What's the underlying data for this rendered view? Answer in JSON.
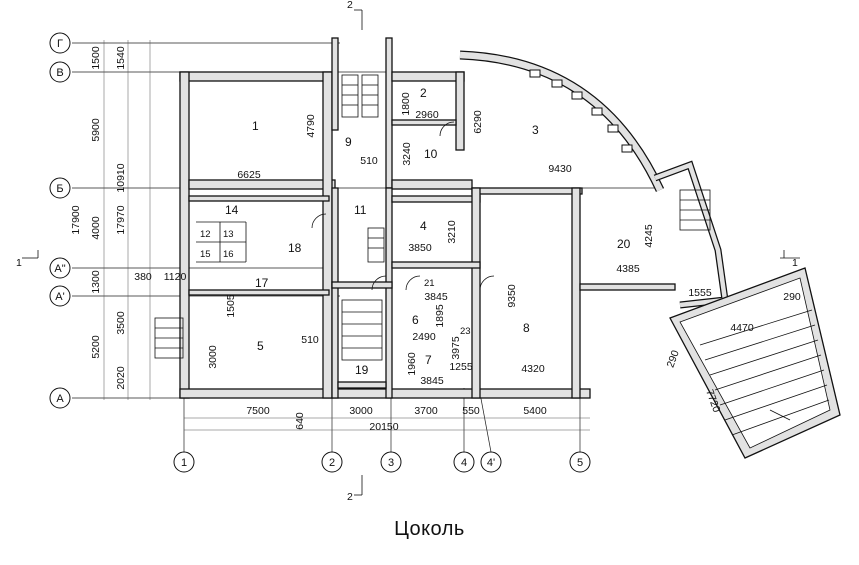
{
  "caption": "Цоколь",
  "axes": {
    "rows": [
      "Г",
      "В",
      "Б",
      "А\"",
      "А'",
      "А"
    ],
    "cols": [
      "1",
      "2",
      "3",
      "4",
      "4'",
      "5"
    ],
    "section": [
      "1",
      "1",
      "2",
      "2"
    ]
  },
  "rooms": [
    "1",
    "2",
    "3",
    "4",
    "5",
    "6",
    "7",
    "8",
    "9",
    "10",
    "11",
    "12",
    "13",
    "14",
    "15",
    "16",
    "17",
    "18",
    "19",
    "20",
    "21",
    "23"
  ],
  "dims_left": [
    "1500",
    "1540",
    "5900",
    "4790",
    "10910",
    "17900",
    "4000",
    "17970",
    "1300",
    "380",
    "1120",
    "3500",
    "5200",
    "2020",
    "1505"
  ],
  "dims_inner": [
    "6625",
    "1800",
    "2960",
    "6290",
    "510",
    "3240",
    "9430",
    "3210",
    "3850",
    "4245",
    "4385",
    "1555",
    "3845",
    "1895",
    "9350",
    "2490",
    "3975",
    "3000",
    "510",
    "1960",
    "1255",
    "4320",
    "4470",
    "290",
    "290",
    "7720",
    "3845"
  ],
  "dims_bottom": [
    "7500",
    "640",
    "3000",
    "3700",
    "550",
    "5400",
    "20150"
  ]
}
